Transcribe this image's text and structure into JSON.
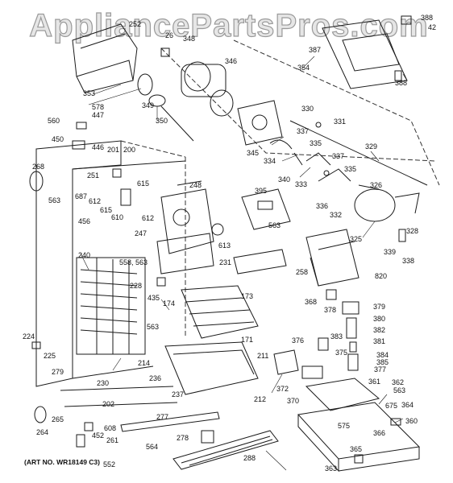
{
  "watermark": "AppliancePartsPros.com",
  "art_number": "(ART NO. WR18149 C3)",
  "callouts": [
    "252",
    "26",
    "348",
    "388",
    "42",
    "387",
    "354",
    "346",
    "353",
    "578",
    "349",
    "447",
    "560",
    "350",
    "388",
    "330",
    "331",
    "450",
    "446",
    "337",
    "335",
    "329",
    "201",
    "200",
    "345",
    "334",
    "340",
    "337",
    "335",
    "268",
    "251",
    "615",
    "333",
    "336",
    "326",
    "248",
    "395",
    "332",
    "563",
    "687",
    "612",
    "610",
    "615",
    "612",
    "563",
    "613",
    "325",
    "328",
    "247",
    "339",
    "456",
    "338",
    "240",
    "558, 563",
    "231",
    "258",
    "820",
    "228",
    "173",
    "435",
    "174",
    "368",
    "378",
    "379",
    "380",
    "382",
    "563",
    "171",
    "383",
    "376",
    "381",
    "224",
    "375",
    "384",
    "225",
    "214",
    "211",
    "385",
    "230",
    "377",
    "279",
    "236",
    "372",
    "361",
    "362",
    "563",
    "237",
    "370",
    "212",
    "202",
    "675",
    "364",
    "265",
    "277",
    "575",
    "360",
    "264",
    "608",
    "452",
    "261",
    "564",
    "278",
    "366",
    "365",
    "288",
    "552",
    "363"
  ]
}
